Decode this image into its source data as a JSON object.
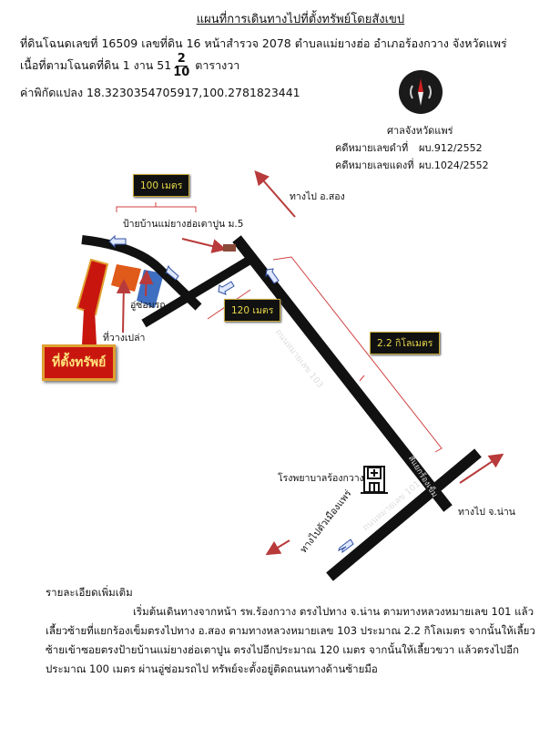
{
  "header": {
    "title": "แผนที่การเดินทางไปที่ตั้งทรัพย์โดยสังเขป",
    "line1": "ที่ดินโฉนดเลขที่ 16509 เลขที่ดิน 16 หน้าสำรวจ 2078 ตำบลแม่ยางฮ่อ อำเภอร้องกวาง จังหวัดแพร่",
    "area_prefix": "เนื้อที่ตามโฉนดที่ดิน 1 งาน 51",
    "area_numerator": "2",
    "area_denominator": "10",
    "area_suffix": "ตารางวา",
    "coords": "ค่าพิกัดแปลง 18.3230354705917,100.2781823441"
  },
  "court": {
    "name": "ศาลจังหวัดแพร่",
    "black_case_label": "คดีหมายเลขดำที่",
    "black_case_value": "ผบ.912/2552",
    "red_case_label": "คดีหมายเลขแดงที่",
    "red_case_value": "ผบ.1024/2552"
  },
  "map": {
    "dist_100": "100 เมตร",
    "dist_120": "120 เมตร",
    "dist_22": "2.2 กิโลเมตร",
    "to_song": "ทางไป อ.สอง",
    "sign_label": "ป้ายบ้านแม่ยางฮ่อเตาปูน ม.5",
    "garage": "อู่ซ่อมรถ",
    "vacant": "ที่วางเปล่า",
    "property": "ที่ตั้งทรัพย์",
    "road_103": "ถนนหมายเลข 103",
    "road_101": "ถนนหมายเลข 101",
    "junction": "สี่แยกร้องเข็ม",
    "hospital": "โรงพยาบาลร้องกวาง",
    "to_nan": "ทางไป จ.น่าน",
    "to_phrae": "ทางไปตัวเมืองแพร่",
    "colors": {
      "road": "#111111",
      "arrow": "#b83a3a",
      "property": "#c8160f",
      "vacant": "#e05a1a",
      "garage": "#3f6fc0"
    }
  },
  "details": {
    "heading": "รายละเอียดเพิ่มเติม",
    "p1": "เริ่มต้นเดินทางจากหน้า รพ.ร้องกวาง ตรงไปทาง จ.น่าน ตามทางหลวงหมายเลข 101 แล้วเลี้ยวซ้ายที่แยกร้องเข็มตรงไปทาง อ.สอง ตามทางหลวงหมายเลข 103 ประมาณ 2.2 กิโลเมตร จากนั้นให้เลี้ยวซ้ายเข้าซอยตรงป้ายบ้านแม่ยางฮ่อเตาปูน ตรงไปอีกประมาณ 120 เมตร จากนั้นให้เลี้ยวขวา แล้วตรงไปอีกประมาณ 100 เมตร ผ่านอู่ซ่อมรถไป ทรัพย์จะตั้งอยู่ติดถนนทางด้านซ้ายมือ"
  }
}
